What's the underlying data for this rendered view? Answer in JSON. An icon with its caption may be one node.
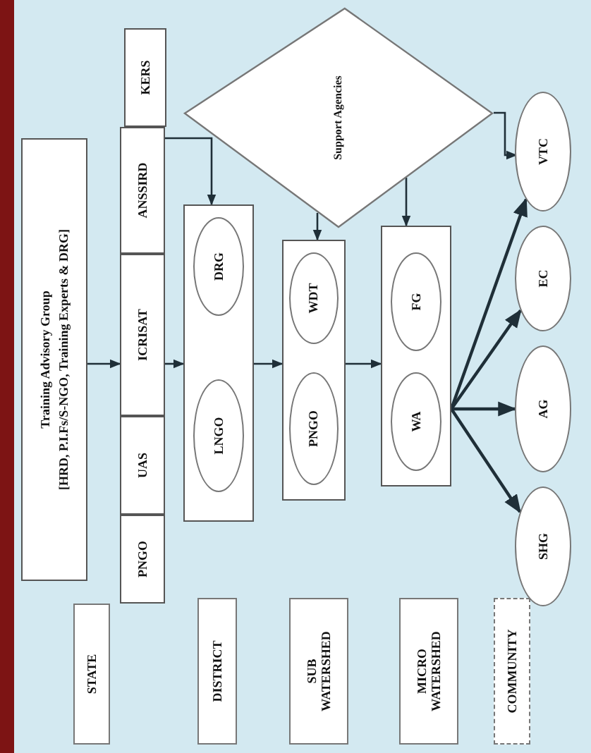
{
  "diagram": {
    "nodes": [
      {
        "text": [
          "Training Advisory Group",
          "[HRD, P.I.Fs/S-NGO, Training Experts & DRG]"
        ]
      },
      {
        "text": [
          "PNGO"
        ]
      },
      {
        "text": [
          "UAS"
        ]
      },
      {
        "text": [
          "ICRISAT"
        ]
      },
      {
        "text": [
          "ANSSIRD"
        ]
      },
      {
        "text": [
          "KERS"
        ]
      },
      {
        "text": [
          "Support Agencies"
        ]
      },
      {
        "text": [],
        "shape": "box"
      },
      {
        "text": [
          "LNGO"
        ],
        "in": 7
      },
      {
        "text": [
          "DRG"
        ],
        "in": 7
      },
      {
        "text": [],
        "shape": "box"
      },
      {
        "text": [
          "PNGO"
        ],
        "in": 10
      },
      {
        "text": [
          "WDT"
        ],
        "in": 10
      },
      {
        "text": [],
        "shape": "box"
      },
      {
        "text": [
          "WA"
        ],
        "in": 13
      },
      {
        "text": [
          "FG"
        ],
        "in": 13
      },
      {
        "text": [
          "SHG"
        ]
      },
      {
        "text": [
          "AG"
        ]
      },
      {
        "text": [
          "EC"
        ]
      },
      {
        "text": [
          "VTC"
        ]
      },
      {
        "text": [
          "STATE"
        ]
      },
      {
        "text": [
          "DISTRICT"
        ]
      },
      {
        "text": [
          "SUB WATERSHED"
        ]
      },
      {
        "text": [
          "MICRO WATERSHED"
        ]
      },
      {
        "text": [
          "COMMUNITY"
        ]
      }
    ],
    "edges": [
      {
        "from": 0,
        "to": 3,
        "arrow": "to"
      },
      {
        "from": 3,
        "to": 7,
        "arrow": "to"
      },
      {
        "from": 7,
        "to": 10,
        "arrow": "to"
      },
      {
        "from": 10,
        "to": 13,
        "arrow": "to"
      },
      {
        "from": 4,
        "to": 7,
        "arrow": "to"
      },
      {
        "from": 6,
        "to": 10,
        "arrow": "to"
      },
      {
        "from": 6,
        "to": 13,
        "arrow": "to"
      },
      {
        "from": 6,
        "to": 19,
        "arrow": "to"
      },
      {
        "from": 13,
        "to": 16,
        "arrow": "to"
      },
      {
        "from": 13,
        "to": 17,
        "arrow": "to"
      },
      {
        "from": 13,
        "to": 18,
        "arrow": "to"
      },
      {
        "from": 13,
        "to": 19,
        "arrow": "to"
      }
    ]
  }
}
